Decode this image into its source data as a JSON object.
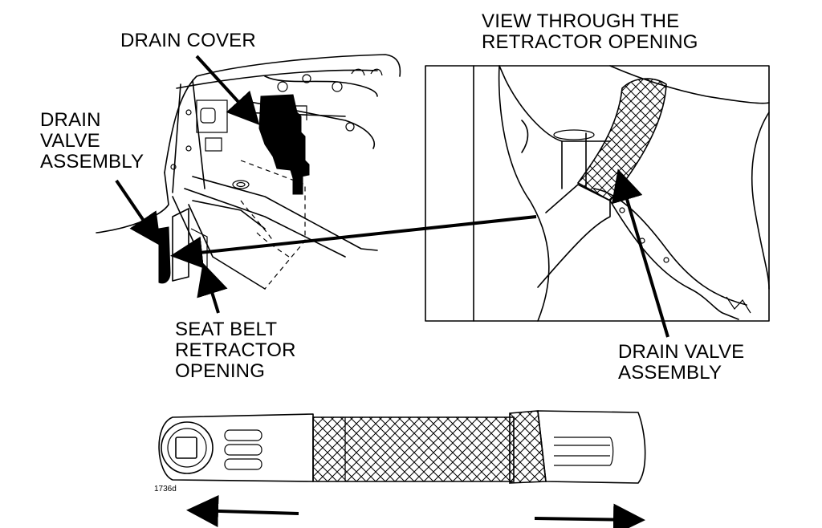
{
  "labels": {
    "drain_cover": "DRAIN COVER",
    "drain_valve_assembly_left": [
      "DRAIN",
      "VALVE",
      "ASSEMBLY"
    ],
    "seat_belt_retractor_opening": [
      "SEAT BELT",
      "RETRACTOR",
      "OPENING"
    ],
    "view_through": [
      "VIEW THROUGH THE",
      "RETRACTOR OPENING"
    ],
    "drain_valve_assembly_right": [
      "DRAIN VALVE",
      "ASSEMBLY"
    ]
  },
  "figure_number": "1736d",
  "colors": {
    "ink": "#000000",
    "background": "#ffffff"
  }
}
